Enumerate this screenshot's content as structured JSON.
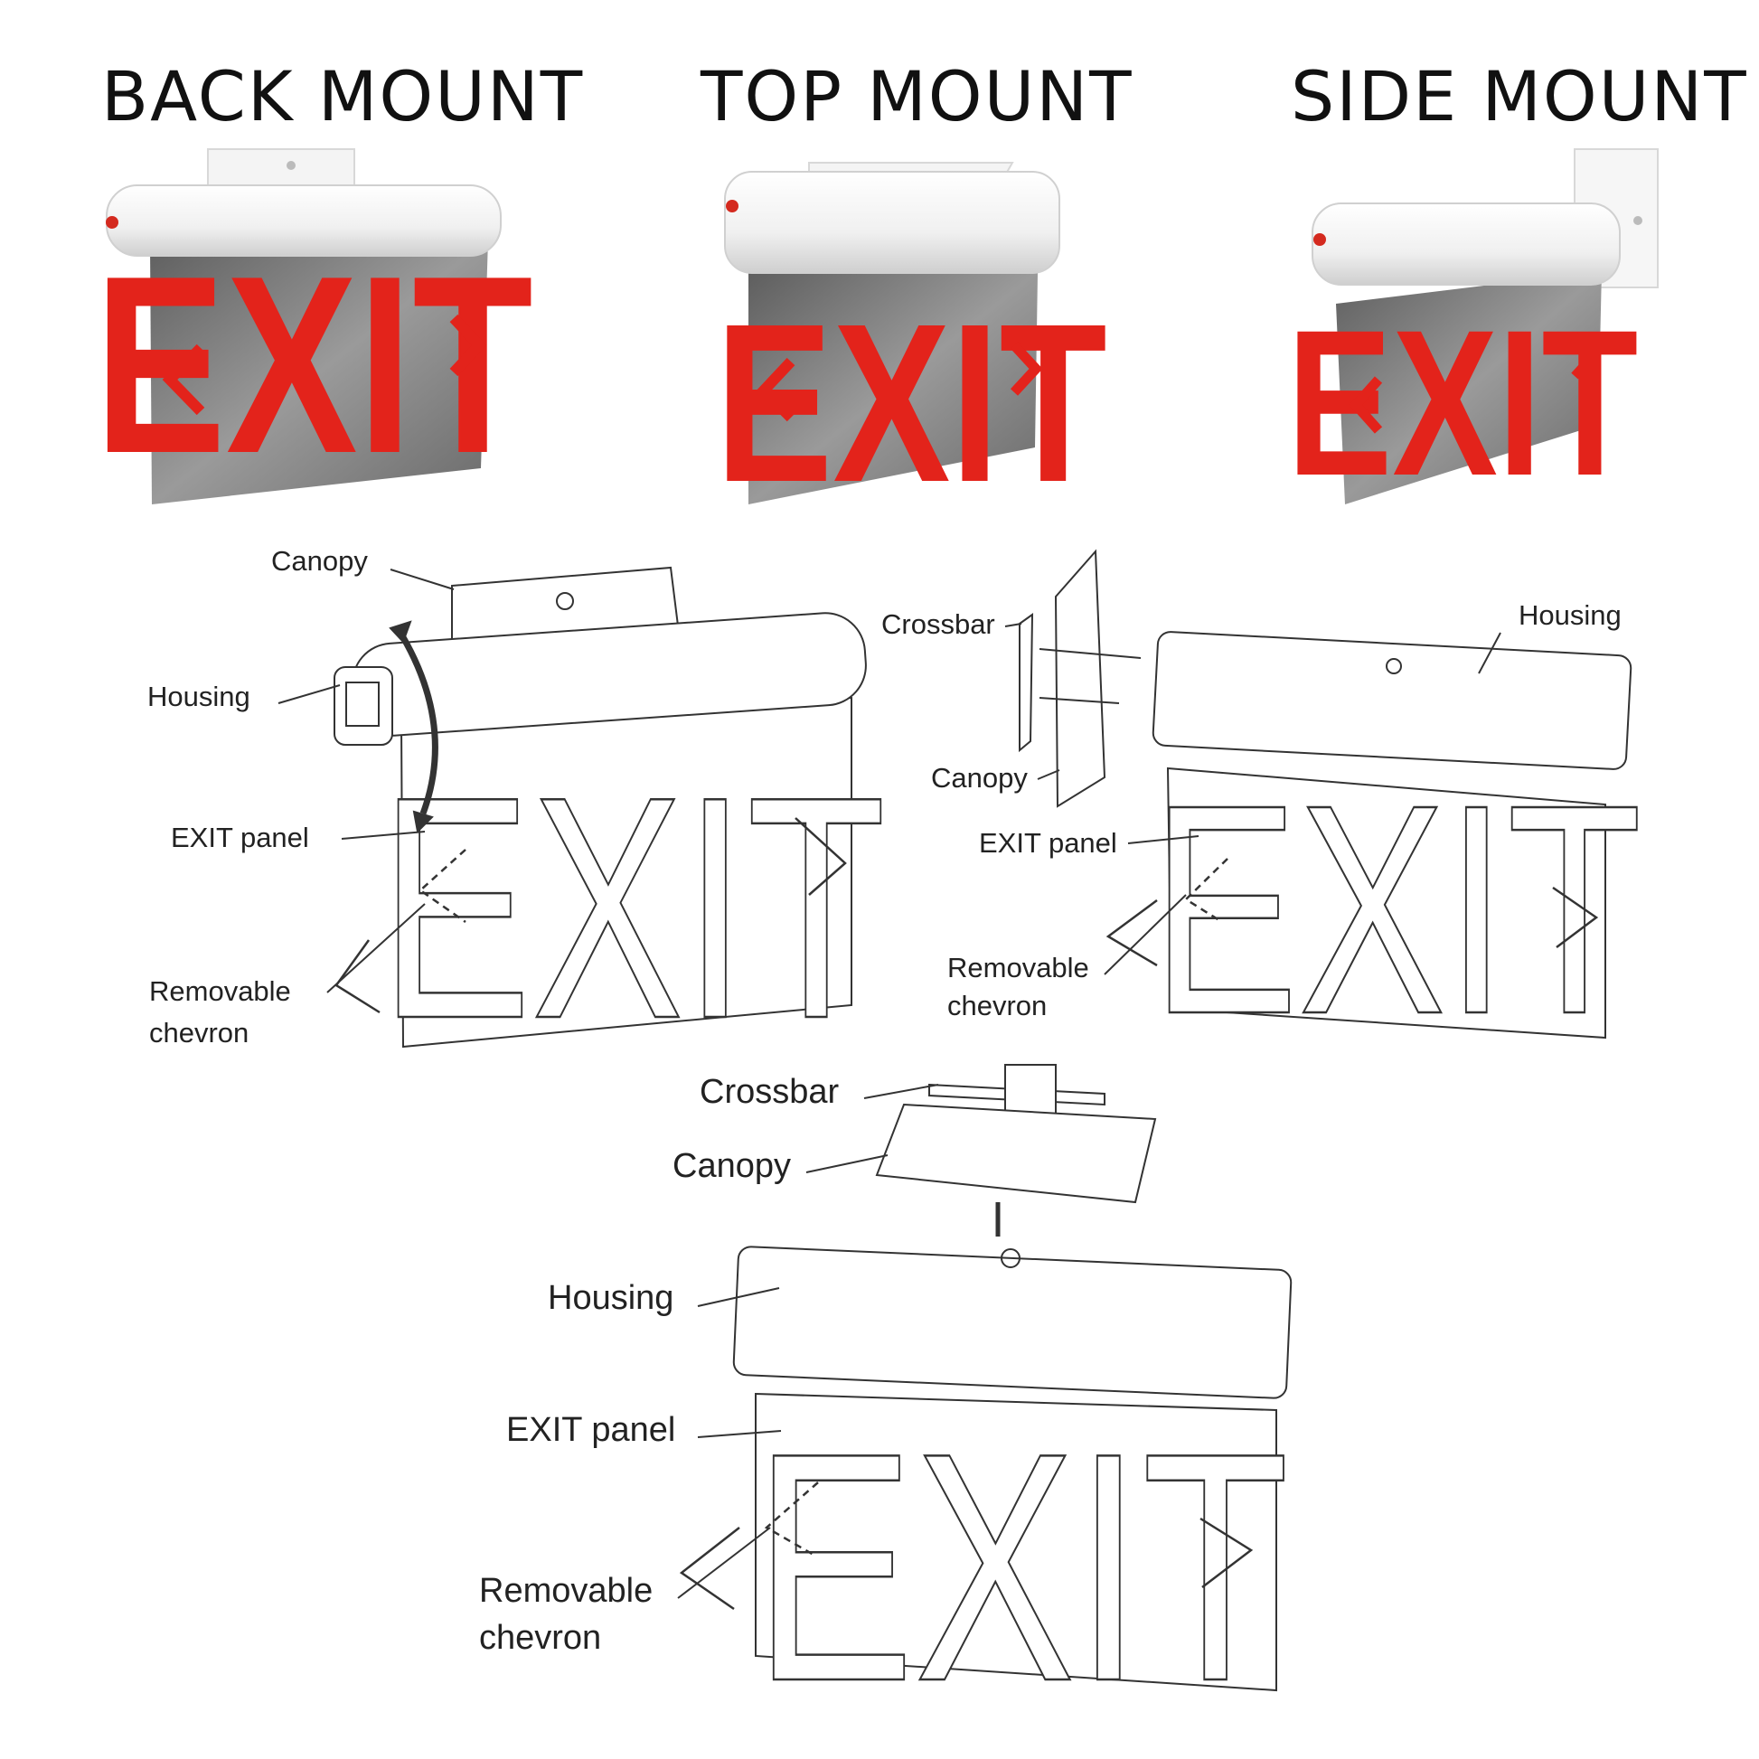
{
  "headings": {
    "back": "BACK MOUNT",
    "top": "TOP MOUNT",
    "side": "SIDE MOUNT"
  },
  "sign_text": "EXIT",
  "colors": {
    "exit_red": "#e3231b",
    "panel_gray": "#7d7d7d",
    "housing_white": "#f2f2f2",
    "line": "#333333"
  },
  "diagrams": {
    "back": {
      "canopy": "Canopy",
      "housing": "Housing",
      "panel": "EXIT panel",
      "chevron_1": "Removable",
      "chevron_2": "chevron"
    },
    "side": {
      "crossbar": "Crossbar",
      "canopy": "Canopy",
      "housing": "Housing",
      "panel": "EXIT panel",
      "chevron_1": "Removable",
      "chevron_2": "chevron"
    },
    "top": {
      "crossbar": "Crossbar",
      "canopy": "Canopy",
      "housing": "Housing",
      "panel": "EXIT panel",
      "chevron_1": "Removable",
      "chevron_2": "chevron"
    }
  }
}
